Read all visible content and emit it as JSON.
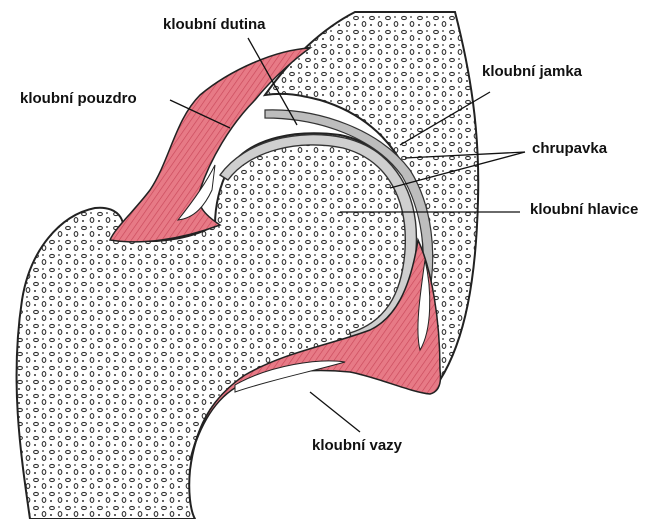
{
  "labels": {
    "joint_cavity": "kloubní dutina",
    "joint_capsule": "kloubní pouzdro",
    "joint_socket": "kloubní jamka",
    "cartilage": "chrupavka",
    "joint_head": "kloubní hlavice",
    "ligaments": "kloubní vazy"
  },
  "colors": {
    "capsule": "#e0707c",
    "capsule_light": "#f3b3bb",
    "cartilage": "#c9c9c9",
    "bone_outline": "#222222",
    "background": "#ffffff"
  }
}
